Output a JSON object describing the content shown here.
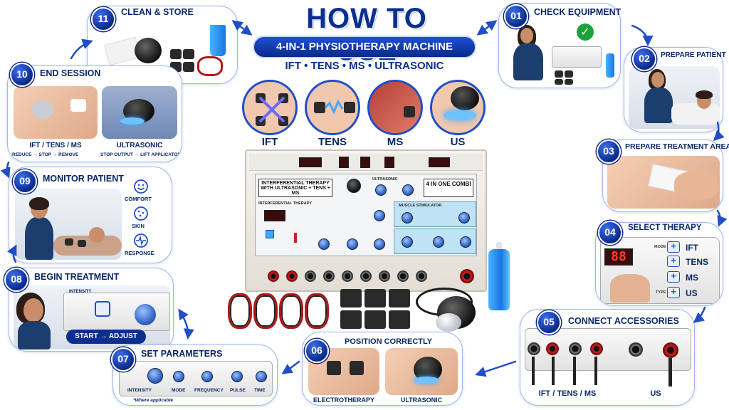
{
  "header": {
    "title": "HOW TO USE",
    "product": "4-IN-1 PHYSIOTHERAPY MACHINE",
    "modalities": "IFT • TENS • MS • ULTRASONIC"
  },
  "modality_circles": [
    {
      "label": "IFT"
    },
    {
      "label": "TENS"
    },
    {
      "label": "MS"
    },
    {
      "label": "US"
    }
  ],
  "machine": {
    "main_label": "INTERFERENTIAL THERAPY WITH ULTRASONIC + TENS + MS",
    "brand_label": "4 IN ONE COMBI",
    "section_ift": "INTERFERENTIAL THERAPY",
    "section_ms": "MUSCLE STIMULATOR",
    "section_us": "ULTRASONIC"
  },
  "steps": [
    {
      "num": "01",
      "title": "CHECK EQUIPMENT"
    },
    {
      "num": "02",
      "title": "PREPARE PATIENT"
    },
    {
      "num": "03",
      "title": "PREPARE TREATMENT AREA"
    },
    {
      "num": "04",
      "title": "SELECT THERAPY",
      "display": "88",
      "panel_labels": [
        "MODE",
        "",
        "",
        "TYPE"
      ],
      "options": [
        "IFT",
        "TENS",
        "MS",
        "US"
      ]
    },
    {
      "num": "05",
      "title": "CONNECT ACCESSORIES",
      "captions": [
        "IFT / TENS / MS",
        "US"
      ]
    },
    {
      "num": "06",
      "title": "POSITION CORRECTLY",
      "captions": [
        "ELECTROTHERAPY",
        "ULTRASONIC"
      ]
    },
    {
      "num": "07",
      "title": "SET PARAMETERS",
      "params": [
        "INTENSITY",
        "MODE",
        "FREQUENCY",
        "PULSE",
        "TIME"
      ],
      "note": "*Where applicable"
    },
    {
      "num": "08",
      "title": "BEGIN TREATMENT",
      "panel_label": "INTENSITY",
      "action": "START → ADJUST"
    },
    {
      "num": "09",
      "title": "MONITOR PATIENT",
      "checks": [
        "COMFORT",
        "SKIN",
        "RESPONSE"
      ]
    },
    {
      "num": "10",
      "title": "END SESSION",
      "left_caption": "IFT / TENS / MS",
      "left_steps": "REDUCE → STOP → REMOVE",
      "right_caption": "ULTRASONIC",
      "right_steps": "STOP OUTPUT → LIFT APPLICATOR"
    },
    {
      "num": "11",
      "title": "CLEAN & STORE"
    }
  ],
  "colors": {
    "brand_blue": "#0b2f8f",
    "accent_blue": "#1f4ec8",
    "check_green": "#19a33c",
    "led_red": "#ff3b2f"
  },
  "icons": [
    "check-icon",
    "smiley-icon",
    "skin-icon",
    "pulse-icon",
    "arrow-icon"
  ]
}
